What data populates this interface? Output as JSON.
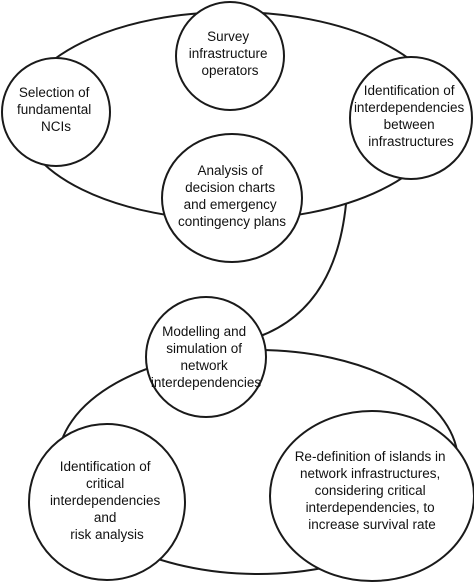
{
  "diagram": {
    "nodes": {
      "survey": {
        "lines": [
          "Survey",
          "infrastructure",
          "operators"
        ]
      },
      "selection": {
        "lines": [
          "Selection of",
          "fundamental",
          "NCIs"
        ]
      },
      "identification_interdep": {
        "lines": [
          "Identification of",
          "interdependencies",
          "between",
          "infrastructures"
        ]
      },
      "analysis": {
        "lines": [
          "Analysis of",
          "decision charts",
          "and emergency",
          "contingency plans"
        ]
      },
      "modelling": {
        "lines": [
          "Modelling and",
          "simulation of",
          "network",
          "interdependencies"
        ]
      },
      "identification_critical": {
        "lines": [
          "Identification of",
          "critical",
          "interdependencies",
          "and",
          "risk analysis"
        ]
      },
      "redefinition": {
        "lines": [
          "Re-definition of islands in",
          "network infrastructures,",
          "considering critical",
          "interdependencies, to",
          "increase survival rate"
        ]
      }
    }
  }
}
